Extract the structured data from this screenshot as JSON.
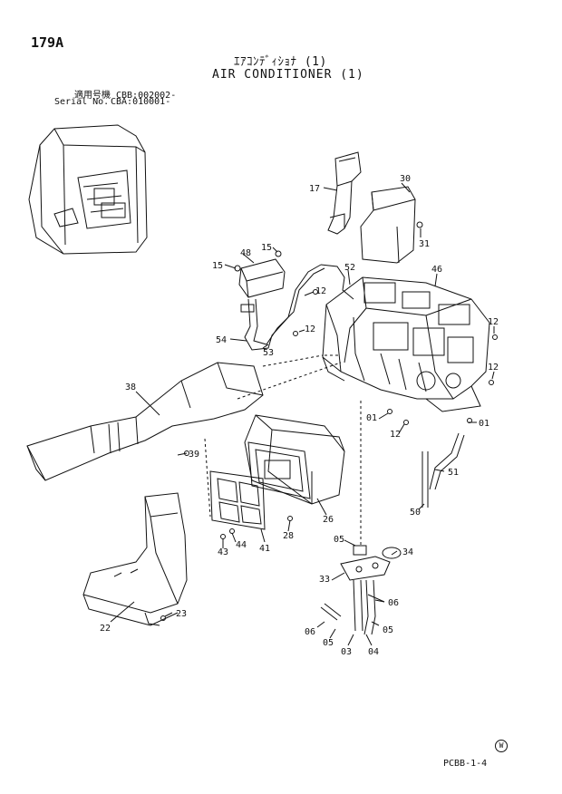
{
  "header": {
    "page_number": "179A",
    "title_jp": "ｴｱｺﾝﾃﾞｨｼｮﾅ (1)",
    "title_en": "AIR CONDITIONER (1)"
  },
  "serial": [
    {
      "label": "適用号機",
      "value": "CBB:002002-"
    },
    {
      "label": "Serial No.",
      "value": "CBA:010001-"
    }
  ],
  "callouts": [
    "17",
    "30",
    "31",
    "15",
    "48",
    "15",
    "52",
    "46",
    "12",
    "54",
    "53",
    "12",
    "12",
    "12",
    "38",
    "01",
    "01",
    "12",
    "39",
    "51",
    "50",
    "26",
    "28",
    "44",
    "43",
    "41",
    "05",
    "34",
    "33",
    "06",
    "06",
    "05",
    "05",
    "03",
    "04",
    "22",
    "23"
  ],
  "footer": {
    "code": "PCBB-1-4",
    "mark": "W"
  }
}
